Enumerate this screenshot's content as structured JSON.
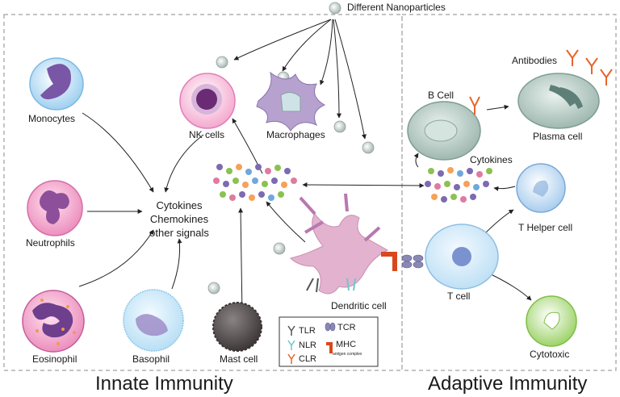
{
  "top_label": "Different Nanoparticles",
  "sections": {
    "innate": "Innate Immunity",
    "adaptive": "Adaptive Immunity"
  },
  "cells": {
    "monocytes": "Monocytes",
    "neutrophils": "Neutrophils",
    "eosinophil": "Eosinophil",
    "basophil": "Basophil",
    "mast_cell": "Mast cell",
    "nk_cells": "NK cells",
    "macrophages": "Macrophages",
    "dendritic_cell": "Dendritic cell",
    "b_cell": "B Cell",
    "plasma_cell": "Plasma cell",
    "t_helper_cell": "T Helper cell",
    "t_cell": "T cell",
    "cytotoxic": "Cytotoxic",
    "antibodies": "Antibodies",
    "cytokines": "Cytokines"
  },
  "signals": {
    "line1": "Cytokines",
    "line2": "Chemokines",
    "line3": "other signals"
  },
  "legend": {
    "tlr": "TLR",
    "nlr": "NLR",
    "clr": "CLR",
    "tcr": "TCR",
    "mhc": "MHC",
    "mhc_sub": "antigen complex"
  },
  "colors": {
    "dot_purple": "#7c6bb0",
    "dot_green": "#8cc152",
    "dot_orange": "#f5a15a",
    "dot_blue": "#6fa8dc",
    "dot_pink": "#e07aa0",
    "antibody": "#e8652a",
    "mhc": "#d9481c",
    "border": "#888888"
  }
}
